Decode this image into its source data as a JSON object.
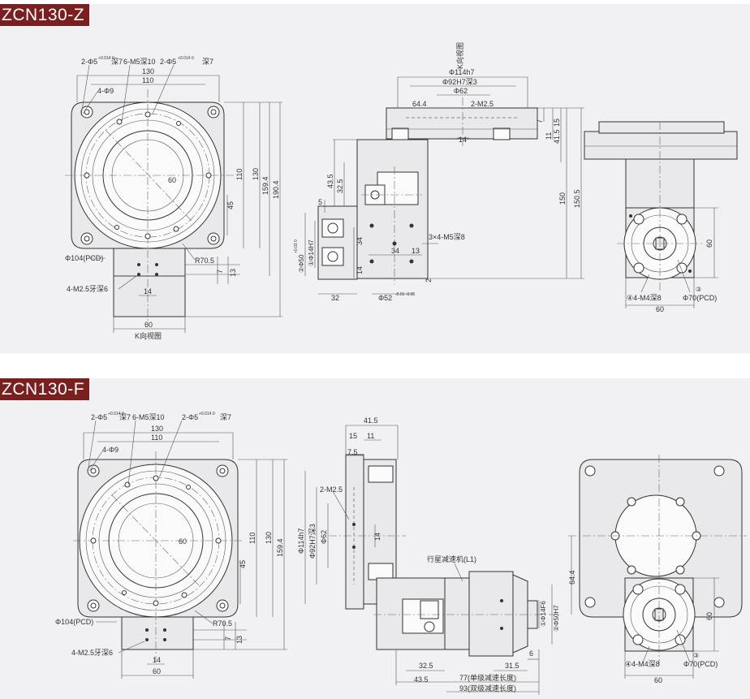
{
  "z": {
    "title": "ZCN130-Z",
    "top_view": {
      "holes_pin": "2-Φ5",
      "pin_tol": "+0.014 0",
      "pin_depth": "深7",
      "m5": "6-M5深10",
      "holes_pin2": "2-Φ5",
      "pin2_tol": "+0.014 0",
      "pin2_depth": "深7",
      "d130": "130",
      "d110": "110",
      "phi9": "4-Φ9",
      "d60": "60",
      "pcd": "Φ104(PCD)",
      "r70": "R70.5",
      "m25": "4-M2.5牙深6",
      "d14": "14",
      "d60b": "60",
      "kview": "K向视图",
      "v45": "45",
      "v110": "110",
      "v130": "130",
      "v159": "159.4",
      "v190": "190.4",
      "v7": "7",
      "v13": "13"
    },
    "side_view": {
      "kview": "K向视图",
      "d114": "Φ114h7",
      "d92": "Φ92H7深3",
      "d62": "Φ62",
      "d64": "64.4",
      "m25": "2-M2.5",
      "d14": "14",
      "v7": "7",
      "v11": "11",
      "v15": "15",
      "v41": "41.5",
      "v150": "150",
      "v150b": "150.5",
      "v43": "43.5",
      "v32": "32.5",
      "v5": "5",
      "m5": "3×4-M5深8",
      "v34": "34",
      "h34": "34",
      "h13": "13",
      "v14": "14",
      "v2": "2",
      "d50": "②Φ50",
      "d50tol": "+0.03 0",
      "d14h7": "①Φ14H7",
      "h32": "32",
      "d52": "Φ52",
      "d52tol": "-0.01 -0.05"
    },
    "end_view": {
      "v60": "60",
      "m4": "④4-M4深8",
      "c3": "③",
      "pcd": "Φ70(PCD)",
      "h60": "60"
    }
  },
  "f": {
    "title": "ZCN130-F",
    "top_view": {
      "holes_pin": "2-Φ5",
      "pin_tol": "+0.014 0",
      "pin_depth": "深7",
      "m5": "6-M5深10",
      "holes_pin2": "2-Φ5",
      "pin2_tol": "+0.014 0",
      "pin2_depth": "深7",
      "d130": "130",
      "d110": "110",
      "phi9": "4-Φ9",
      "d60": "60",
      "pcd": "Φ104(PCD)",
      "r70": "R70.5",
      "m25": "4-M2.5牙深6",
      "d14": "14",
      "d60b": "60",
      "v45": "45",
      "v110": "110",
      "v130": "130",
      "v159": "159.4",
      "v7": "7",
      "v13": "13"
    },
    "side_view": {
      "h41": "41.5",
      "h15": "15",
      "h11": "11",
      "h7": "7.5",
      "m25": "2-M2.5",
      "d114": "Φ114h7",
      "d92": "Φ92H7深3",
      "d62": "Φ62",
      "v14": "14",
      "gear": "行星减速机(L1)",
      "d14f6": "①Φ14F6",
      "d50h7": "②Φ50H7",
      "h32": "32.5",
      "h31": "31.5",
      "h6": "6",
      "h43": "43.5",
      "l77": "77(单级减速长度)",
      "l93": "93(双级减速长度)"
    },
    "end_view": {
      "v64": "64.4",
      "v60": "60",
      "m4": "④4-M4深8",
      "c3": "③",
      "pcd": "Φ70(PCD)",
      "h60": "60"
    }
  }
}
